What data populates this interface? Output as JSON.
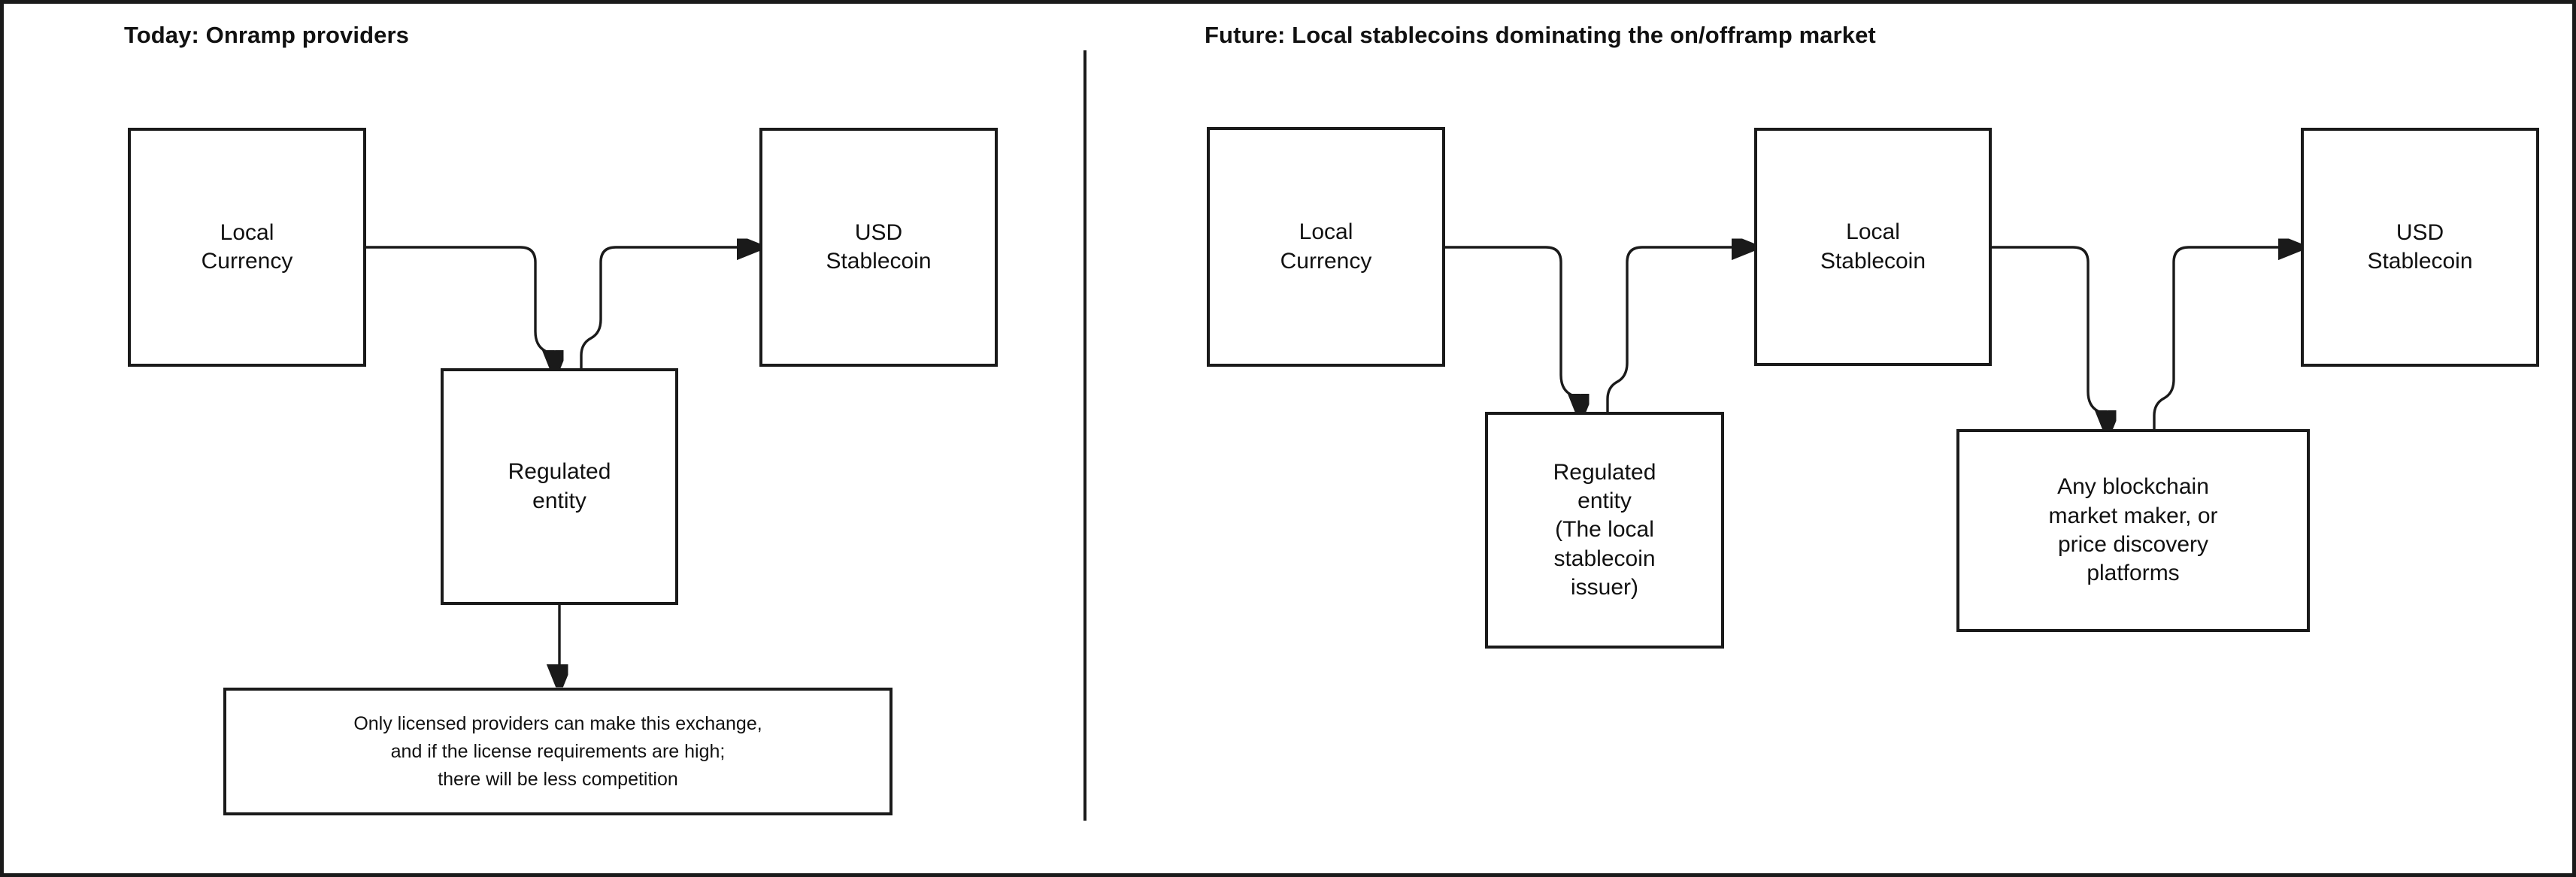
{
  "figure": {
    "background_color": "#ffffff",
    "line_color": "#1a1a1a",
    "text_color": "#111111"
  },
  "panels": {
    "left": {
      "title": "Today: Onramp providers",
      "nodes": {
        "local_currency": "Local\nCurrency",
        "usd_stablecoin": "USD\nStablecoin",
        "regulated_entity": "Regulated\nentity"
      },
      "note": "Only licensed providers can make this exchange,\nand if the license requirements are high;\nthere will be less competition"
    },
    "right": {
      "title": "Future: Local stablecoins dominating the on/offramp market",
      "nodes": {
        "local_currency": "Local\nCurrency",
        "local_stablecoin": "Local\nStablecoin",
        "usd_stablecoin": "USD\nStablecoin",
        "regulated_entity": "Regulated\nentity\n(The local\nstablecoin\nissuer)",
        "blockchain_market_maker": "Any blockchain\nmarket maker, or\nprice discovery\nplatforms"
      }
    }
  },
  "edges": [
    {
      "id": "l-currency-to-regulated",
      "from": "Local Currency",
      "to": "Regulated entity",
      "panel": "left",
      "arrow": true
    },
    {
      "id": "l-regulated-to-usd",
      "from": "Regulated entity",
      "to": "USD Stablecoin",
      "panel": "left",
      "arrow": true
    },
    {
      "id": "l-regulated-to-note",
      "from": "Regulated entity",
      "to": "note",
      "panel": "left",
      "arrow": true
    },
    {
      "id": "r-currency-to-regulated",
      "from": "Local Currency",
      "to": "Regulated entity",
      "panel": "right",
      "arrow": true
    },
    {
      "id": "r-regulated-to-localstable",
      "from": "Regulated entity",
      "to": "Local Stablecoin",
      "panel": "right",
      "arrow": true
    },
    {
      "id": "r-localstable-to-blockchain",
      "from": "Local Stablecoin",
      "to": "Any blockchain market maker",
      "panel": "right",
      "arrow": true
    },
    {
      "id": "r-blockchain-to-usd",
      "from": "Any blockchain market maker",
      "to": "USD Stablecoin",
      "panel": "right",
      "arrow": true
    }
  ]
}
